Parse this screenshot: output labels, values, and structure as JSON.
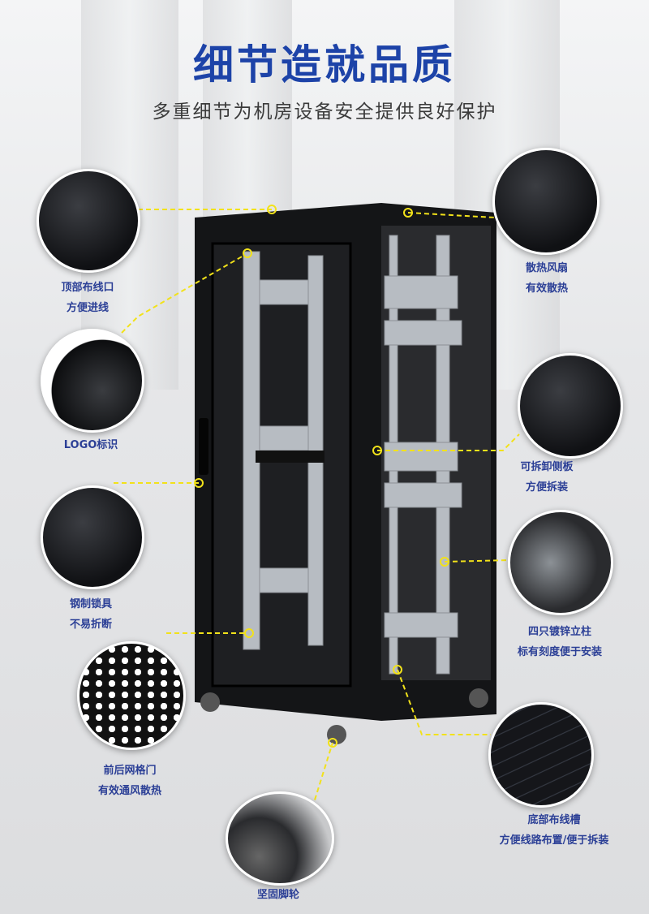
{
  "header": {
    "title": "细节造就品质",
    "subtitle": "多重细节为机房设备安全提供良好保护"
  },
  "colors": {
    "title": "#1d43a8",
    "label": "#2b3f96",
    "leader_line": "#f2e21a",
    "cabinet": "#121315"
  },
  "features": [
    {
      "id": "top-cable-entry",
      "lines": [
        "顶部布线口",
        "方便进线"
      ]
    },
    {
      "id": "logo",
      "lines": [
        "LOGO标识"
      ]
    },
    {
      "id": "steel-lock",
      "lines": [
        "钢制锁具",
        "不易折断"
      ]
    },
    {
      "id": "mesh-door",
      "lines": [
        "前后网格门",
        "有效通风散热"
      ]
    },
    {
      "id": "casters",
      "lines": [
        "坚固脚轮"
      ]
    },
    {
      "id": "cooling-fan",
      "lines": [
        "散热风扇",
        "有效散热"
      ]
    },
    {
      "id": "side-panel",
      "lines": [
        "可拆卸侧板",
        "方便拆装"
      ]
    },
    {
      "id": "posts",
      "lines": [
        "四只镀锌立柱",
        "标有刻度便于安装"
      ]
    },
    {
      "id": "bottom-cable-tray",
      "lines": [
        "底部布线槽",
        "方便线路布置/便于拆装"
      ]
    }
  ]
}
